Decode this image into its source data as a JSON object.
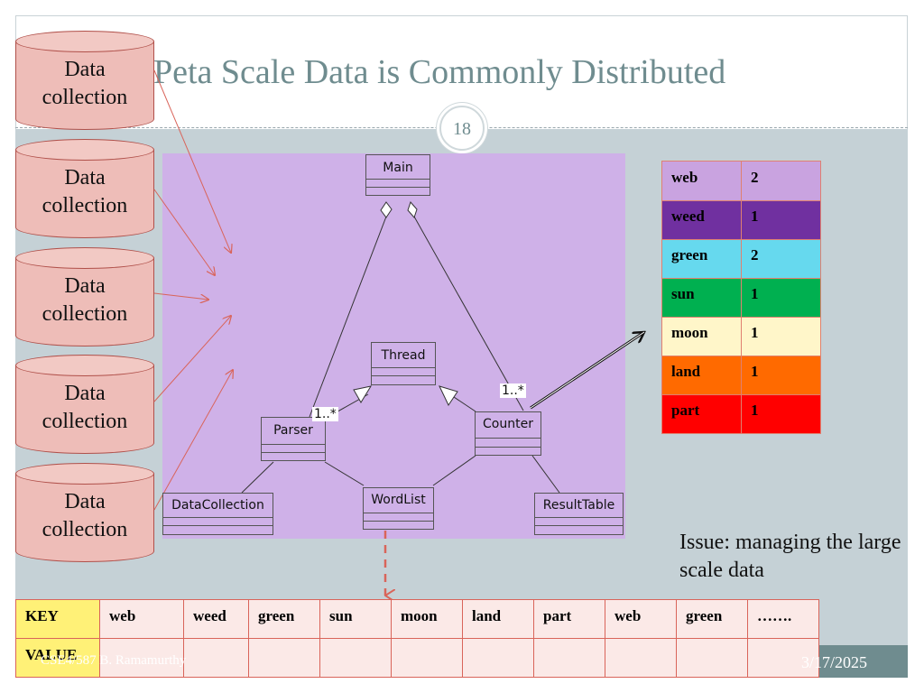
{
  "slide": {
    "title": "Peta Scale Data is Commonly Distributed",
    "number": "18",
    "footer_left": "CSE4/587 B. Ramamurthy",
    "footer_right": "3/17/2025",
    "issue_text": "Issue: managing the large scale data"
  },
  "cylinders": [
    {
      "label_line1": "Data",
      "label_line2": "collection"
    },
    {
      "label_line1": "Data",
      "label_line2": "collection"
    },
    {
      "label_line1": "Data",
      "label_line2": "collection"
    },
    {
      "label_line1": "Data",
      "label_line2": "collection"
    },
    {
      "label_line1": "Data",
      "label_line2": "collection"
    }
  ],
  "uml": {
    "classes": {
      "main": "Main",
      "thread": "Thread",
      "parser": "Parser",
      "counter": "Counter",
      "data_collection": "DataCollection",
      "word_list": "WordList",
      "result_table": "ResultTable"
    },
    "multiplicity_parser": "1..*",
    "multiplicity_counter": "1..*"
  },
  "word_counts": [
    {
      "word": "web",
      "count": "2",
      "color": "#c9a3e0"
    },
    {
      "word": "weed",
      "count": "1",
      "color": "#7030a0"
    },
    {
      "word": "green",
      "count": "2",
      "color": "#66d9ee"
    },
    {
      "word": "sun",
      "count": "1",
      "color": "#00b050"
    },
    {
      "word": "moon",
      "count": "1",
      "color": "#fff6c9"
    },
    {
      "word": "land",
      "count": "1",
      "color": "#ff6a00"
    },
    {
      "word": "part",
      "count": "1",
      "color": "#ff0000"
    }
  ],
  "kv_table": {
    "key_label": "KEY",
    "value_label": "VALUE",
    "keys": [
      "web",
      "weed",
      "green",
      "sun",
      "moon",
      "land",
      "part",
      "web",
      "green",
      "……."
    ],
    "key_cell_color": "#fff177"
  }
}
